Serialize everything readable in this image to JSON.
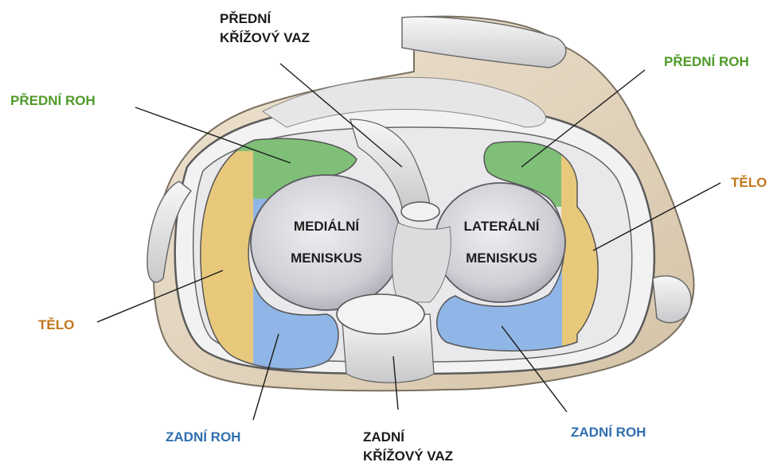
{
  "labels": {
    "acl": [
      "PŘEDNÍ",
      "KŘÍŽOVÝ VAZ"
    ],
    "anterior_horn_left": "PŘEDNÍ ROH",
    "anterior_horn_right": "PŘEDNÍ ROH",
    "body_left": "TĚLO",
    "body_right": "TĚLO",
    "posterior_horn_left": "ZADNÍ ROH",
    "posterior_horn_right": "ZADNÍ ROH",
    "pcl": [
      "ZADNÍ",
      "KŘÍŽOVÝ VAZ"
    ],
    "medial_meniscus": [
      "MEDIÁLNÍ",
      "MENISKUS"
    ],
    "lateral_meniscus": [
      "LATERÁLNÍ",
      "MENISKUS"
    ]
  },
  "colors": {
    "anterior_horn": "#7fbf78",
    "body": "#e8c97c",
    "posterior_horn": "#8fb6e6",
    "bone": "#e2d4bd",
    "cartilage": "#d6d6dc",
    "ligament": "#ececec",
    "label_black": "#1a1a1a",
    "label_green": "#4f9a2a",
    "label_orange": "#c2771c",
    "label_blue": "#2f6fb0"
  }
}
